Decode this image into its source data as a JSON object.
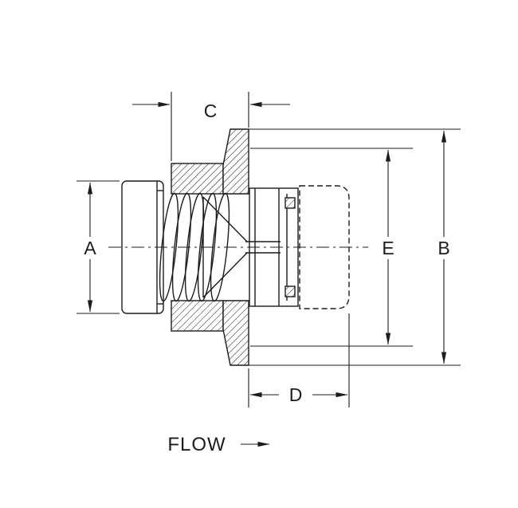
{
  "diagram": {
    "labels": {
      "a": "A",
      "b": "B",
      "c": "C",
      "d": "D",
      "e": "E"
    },
    "flow_label": "FLOW",
    "colors": {
      "line": "#1c1c1c",
      "background": "#ffffff"
    }
  }
}
